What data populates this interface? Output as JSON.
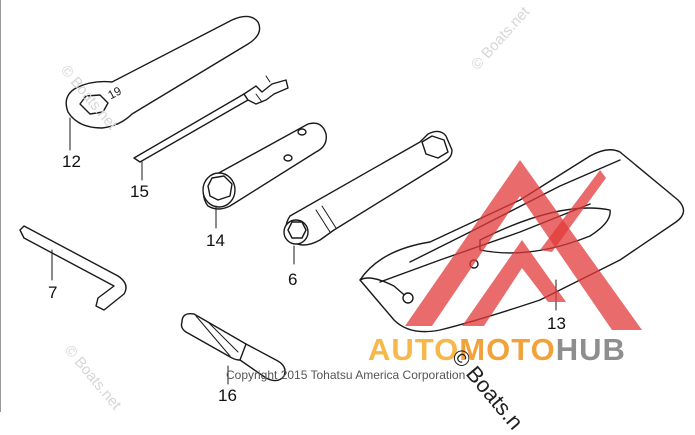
{
  "diagram": {
    "callouts": [
      {
        "id": "12",
        "label": "12"
      },
      {
        "id": "15",
        "label": "15"
      },
      {
        "id": "14",
        "label": "14"
      },
      {
        "id": "6",
        "label": "6"
      },
      {
        "id": "7",
        "label": "7"
      },
      {
        "id": "16",
        "label": "16"
      },
      {
        "id": "13",
        "label": "13"
      }
    ],
    "wrench_marking": "19"
  },
  "copyright": "Copyright 2015 Tohatsu America Corporation",
  "watermark": {
    "text": "© Boats.net",
    "brand_part1": "AUTO",
    "brand_part2": "MOTO",
    "brand_part3": "HUB",
    "brand_sub": "© Boats.n",
    "colors": {
      "triangle": "#e23a3a",
      "auto": "#f6b84a",
      "moto": "#f2a23a",
      "hub": "#8e8e8e"
    }
  }
}
